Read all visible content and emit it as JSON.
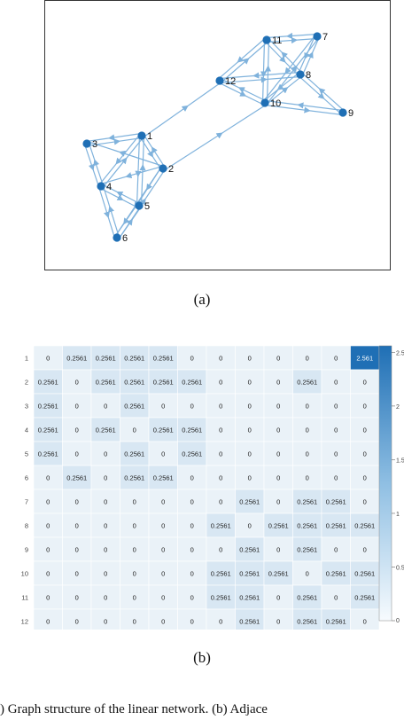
{
  "captions": {
    "a": "(a)",
    "b": "(b)",
    "bottom": ") Graph structure of the linear network. (b) Adjace"
  },
  "colors": {
    "node": "#1f6fb5",
    "edge": "#7fb2dc",
    "frame": "#333333",
    "cell_max": "#1f6fb5",
    "cell_low": "#d8e7f3",
    "cell_zero": "#eaf2f8"
  },
  "chart_data": [
    {
      "type": "network",
      "nodes": [
        "1",
        "2",
        "3",
        "4",
        "5",
        "6",
        "7",
        "8",
        "9",
        "10",
        "11",
        "12"
      ],
      "edges": [
        [
          1,
          2
        ],
        [
          1,
          3
        ],
        [
          1,
          4
        ],
        [
          1,
          5
        ],
        [
          1,
          12
        ],
        [
          2,
          1
        ],
        [
          2,
          3
        ],
        [
          2,
          4
        ],
        [
          2,
          5
        ],
        [
          2,
          6
        ],
        [
          2,
          10
        ],
        [
          3,
          1
        ],
        [
          3,
          4
        ],
        [
          4,
          1
        ],
        [
          4,
          3
        ],
        [
          4,
          5
        ],
        [
          4,
          6
        ],
        [
          5,
          1
        ],
        [
          5,
          4
        ],
        [
          5,
          6
        ],
        [
          6,
          2
        ],
        [
          6,
          4
        ],
        [
          6,
          5
        ],
        [
          7,
          8
        ],
        [
          7,
          10
        ],
        [
          7,
          11
        ],
        [
          8,
          7
        ],
        [
          8,
          9
        ],
        [
          8,
          10
        ],
        [
          8,
          11
        ],
        [
          8,
          12
        ],
        [
          9,
          8
        ],
        [
          9,
          10
        ],
        [
          10,
          7
        ],
        [
          10,
          8
        ],
        [
          10,
          9
        ],
        [
          10,
          11
        ],
        [
          10,
          12
        ],
        [
          11,
          7
        ],
        [
          11,
          8
        ],
        [
          11,
          10
        ],
        [
          11,
          12
        ],
        [
          12,
          8
        ],
        [
          12,
          10
        ],
        [
          12,
          11
        ]
      ]
    },
    {
      "type": "heatmap",
      "row_labels": [
        "1",
        "2",
        "3",
        "4",
        "5",
        "6",
        "7",
        "8",
        "9",
        "10",
        "11",
        "12"
      ],
      "col_labels": [
        "1",
        "2",
        "3",
        "4",
        "5",
        "6",
        "7",
        "8",
        "9",
        "10",
        "11",
        "12"
      ],
      "cell_labels": [
        [
          "0",
          "0.2561",
          "0.2561",
          "0.2561",
          "0.2561",
          "0",
          "0",
          "0",
          "0",
          "0",
          "0",
          "2.561"
        ],
        [
          "0.2561",
          "0",
          "0.2561",
          "0.2561",
          "0.2561",
          "0.2561",
          "0",
          "0",
          "0",
          "0.2561",
          "0",
          "0"
        ],
        [
          "0.2561",
          "0",
          "0",
          "0.2561",
          "0",
          "0",
          "0",
          "0",
          "0",
          "0",
          "0",
          "0"
        ],
        [
          "0.2561",
          "0",
          "0.2561",
          "0",
          "0.2561",
          "0.2561",
          "0",
          "0",
          "0",
          "0",
          "0",
          "0"
        ],
        [
          "0.2561",
          "0",
          "0",
          "0.2561",
          "0",
          "0.2561",
          "0",
          "0",
          "0",
          "0",
          "0",
          "0"
        ],
        [
          "0",
          "0.2561",
          "0",
          "0.2561",
          "0.2561",
          "0",
          "0",
          "0",
          "0",
          "0",
          "0",
          "0"
        ],
        [
          "0",
          "0",
          "0",
          "0",
          "0",
          "0",
          "0",
          "0.2561",
          "0",
          "0.2561",
          "0.2561",
          "0"
        ],
        [
          "0",
          "0",
          "0",
          "0",
          "0",
          "0",
          "0.2561",
          "0",
          "0.2561",
          "0.2561",
          "0.2561",
          "0.2561"
        ],
        [
          "0",
          "0",
          "0",
          "0",
          "0",
          "0",
          "0",
          "0.2561",
          "0",
          "0.2561",
          "0",
          "0"
        ],
        [
          "0",
          "0",
          "0",
          "0",
          "0",
          "0",
          "0.2561",
          "0.2561",
          "0.2561",
          "0",
          "0.2561",
          "0.2561"
        ],
        [
          "0",
          "0",
          "0",
          "0",
          "0",
          "0",
          "0.2561",
          "0.2561",
          "0",
          "0.2561",
          "0",
          "0.2561"
        ],
        [
          "0",
          "0",
          "0",
          "0",
          "0",
          "0",
          "0",
          "0.2561",
          "0",
          "0.2561",
          "0.2561",
          "0"
        ]
      ],
      "colorbar": {
        "range": [
          0,
          2.561
        ],
        "ticks": [
          "0",
          "0.5",
          "1",
          "1.5",
          "2",
          "2.5"
        ]
      }
    }
  ]
}
